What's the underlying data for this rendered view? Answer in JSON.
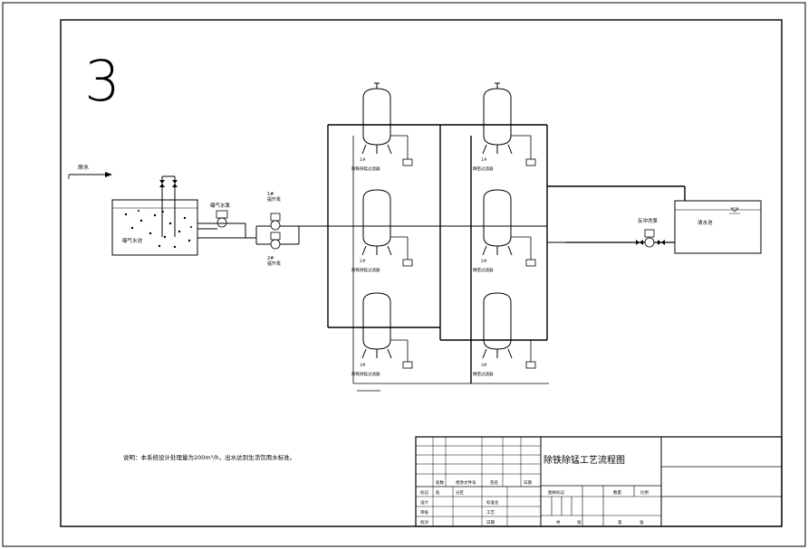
{
  "sheet_number": "3",
  "title": "除铁除锰工艺流程图",
  "note": "说明：本系统设计处理量为200m³/h，出水达到生活饮用水标准。",
  "inlet_label": "原水",
  "aeration_tank": "曝气水池",
  "aeration_pump": "曝气水泵",
  "pumps": {
    "p1": "1#\n提升泵",
    "p2": "2#\n提升泵"
  },
  "backwash_pump": "反冲洗泵",
  "clear_tank": "清水池",
  "filters_left": [
    {
      "no": "1#",
      "name": "除铁除锰过滤器"
    },
    {
      "no": "2#",
      "name": "除铁除锰过滤器"
    },
    {
      "no": "3#",
      "name": "除铁除锰过滤器"
    }
  ],
  "filters_right": [
    {
      "no": "1#",
      "name": "精密过滤器"
    },
    {
      "no": "2#",
      "name": "精密过滤器"
    },
    {
      "no": "3#",
      "name": "精密过滤器"
    }
  ],
  "title_block": {
    "r1": [
      "处数",
      "更改文件号",
      "签名",
      "日期"
    ],
    "r2": [
      "设计",
      "标准化"
    ],
    "r3": [
      "审核",
      "工艺"
    ],
    "r4": [
      "校对",
      "日期"
    ],
    "mid_headers": [
      "图样标记",
      "数量",
      "比例"
    ],
    "bottom": [
      "共",
      "张",
      "第",
      "张"
    ],
    "labels_small": [
      "标记",
      "处",
      "分区"
    ]
  }
}
